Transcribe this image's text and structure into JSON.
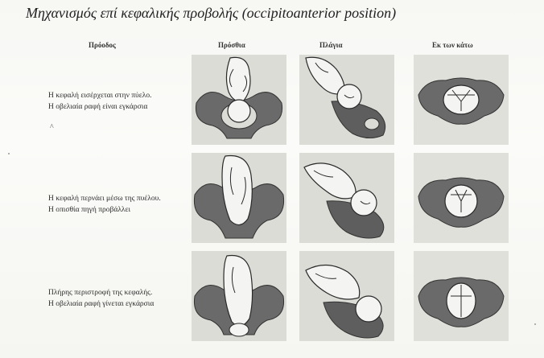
{
  "title": "Μηχανισμός επί κεφαλικής προβολής (occipitoanterior position)",
  "columns": {
    "progress": "Πρόοδος",
    "front": "Πρόσθια",
    "side": "Πλάγια",
    "below": "Εκ των κάτω"
  },
  "stages": [
    {
      "line1": "Η κεφαλή εισέρχεται στην πύελο.",
      "line2": "Η οβελιαία ραφή είναι εγκάρσια"
    },
    {
      "line1": "Η κεφαλή περνάει μέσω της πυέλου.",
      "line2": "Η οπισθία πηγή προβάλλει"
    },
    {
      "line1": "Πλήρης περιστροφή της κεφαλής.",
      "line2": "Η οβελιαία ραφή γίνεται εγκάρσια"
    }
  ],
  "stray_mark": "^",
  "colors": {
    "pelvis": "#6a6a6a",
    "pelvis_dark": "#3e3e3e",
    "fetus": "#f4f4f2",
    "outline": "#2a2a2a",
    "image_bg": "#d9d9d4"
  }
}
